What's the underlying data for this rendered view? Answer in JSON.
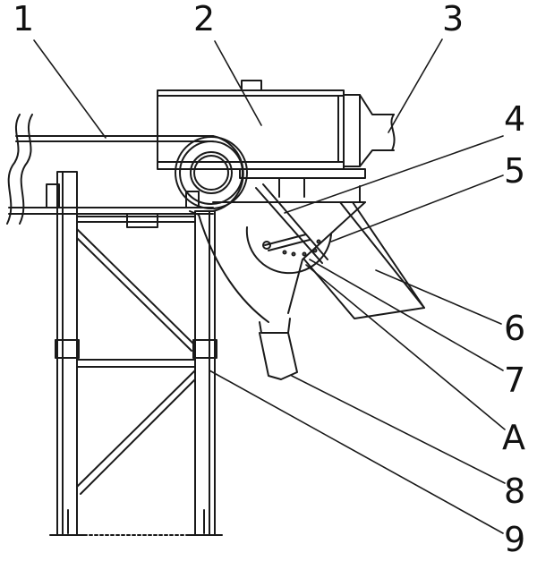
{
  "colors": {
    "line": "#1a1a1a",
    "background": "#ffffff"
  },
  "callouts": [
    "1",
    "2",
    "3",
    "4",
    "5",
    "6",
    "7",
    "A",
    "8",
    "9"
  ]
}
